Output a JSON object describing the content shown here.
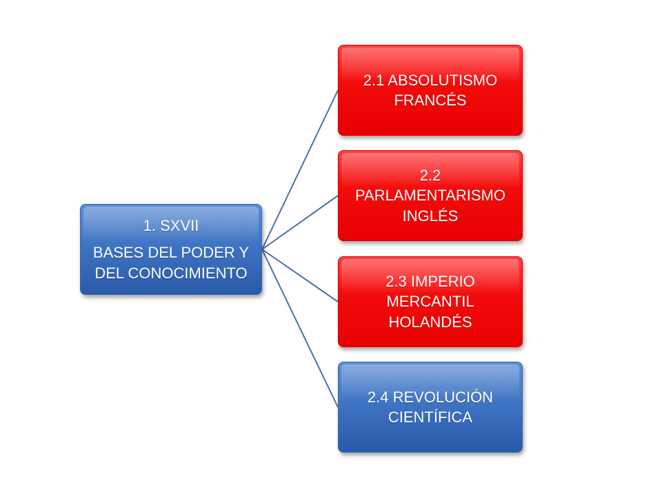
{
  "diagram": {
    "root": {
      "line1": "1. SXVII",
      "line2": "BASES DEL PODER Y DEL CONOCIMIENTO",
      "color": "#3f74c4"
    },
    "children": [
      {
        "label": "2.1 ABSOLUTISMO FRANCÉS",
        "color": "#f30c0c"
      },
      {
        "label": "2.2 PARLAMENTARISMO INGLÉS",
        "color": "#f30c0c"
      },
      {
        "label": "2.3 IMPERIO MERCANTIL HOLANDÉS",
        "color": "#f30c0c"
      },
      {
        "label": "2.4 REVOLUCIÓN CIENTÍFICA",
        "color": "#3f74c4"
      }
    ],
    "connector_color": "#4a6fa8"
  }
}
